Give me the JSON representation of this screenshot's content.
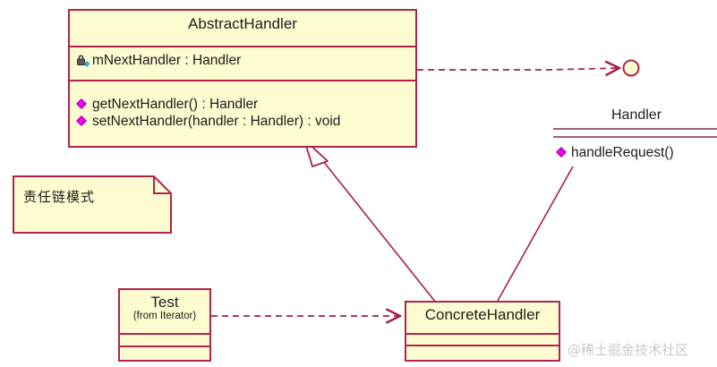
{
  "diagram": {
    "title": "Chain of Responsibility UML class diagram",
    "colors": {
      "border": "#b22349",
      "fill": "#fdfbd0",
      "edge": "#a52044",
      "interface_rule": "#9e5f77",
      "public_marker": "#ef00ef",
      "attribute_marker": "#36c8f4",
      "text": "#1d1d1d",
      "watermark": "#c9c9c9",
      "background": "#ffffff"
    },
    "classes": [
      {
        "id": "abstract-handler",
        "name": "AbstractHandler",
        "attributes": [
          {
            "label": "mNextHandler : Handler",
            "marker": "protected-attribute-icon"
          }
        ],
        "operations": [
          {
            "label": "getNextHandler() : Handler",
            "marker": "public-operation-icon"
          },
          {
            "label": "setNextHandler(handler : Handler) : void",
            "marker": "public-operation-icon"
          }
        ]
      },
      {
        "id": "concrete-handler",
        "name": "ConcreteHandler",
        "attributes": [],
        "operations": []
      },
      {
        "id": "test",
        "name": "Test",
        "stereotype": "(from Iterator)",
        "attributes": [],
        "operations": []
      }
    ],
    "interfaces": [
      {
        "id": "handler",
        "name": "Handler",
        "operations": [
          {
            "label": "handleRequest()",
            "marker": "public-operation-icon"
          }
        ]
      }
    ],
    "notes": [
      {
        "id": "pattern-note",
        "text": "责任链模式"
      }
    ],
    "relationships": [
      {
        "id": "abstracthandler-to-ball",
        "type": "dependency",
        "from": "AbstractHandler",
        "to": "Handler",
        "style": "dashed",
        "arrow": "open"
      },
      {
        "id": "concretehandler-to-abstracthandler",
        "type": "generalization",
        "from": "ConcreteHandler",
        "to": "AbstractHandler",
        "style": "solid",
        "arrow": "hollow-triangle"
      },
      {
        "id": "concretehandler-to-handler",
        "type": "realization",
        "from": "ConcreteHandler",
        "to": "Handler",
        "style": "solid",
        "arrow": "none"
      },
      {
        "id": "test-to-concretehandler",
        "type": "dependency",
        "from": "Test",
        "to": "ConcreteHandler",
        "style": "dashed",
        "arrow": "open"
      }
    ],
    "watermark": "@稀土掘金技术社区"
  }
}
